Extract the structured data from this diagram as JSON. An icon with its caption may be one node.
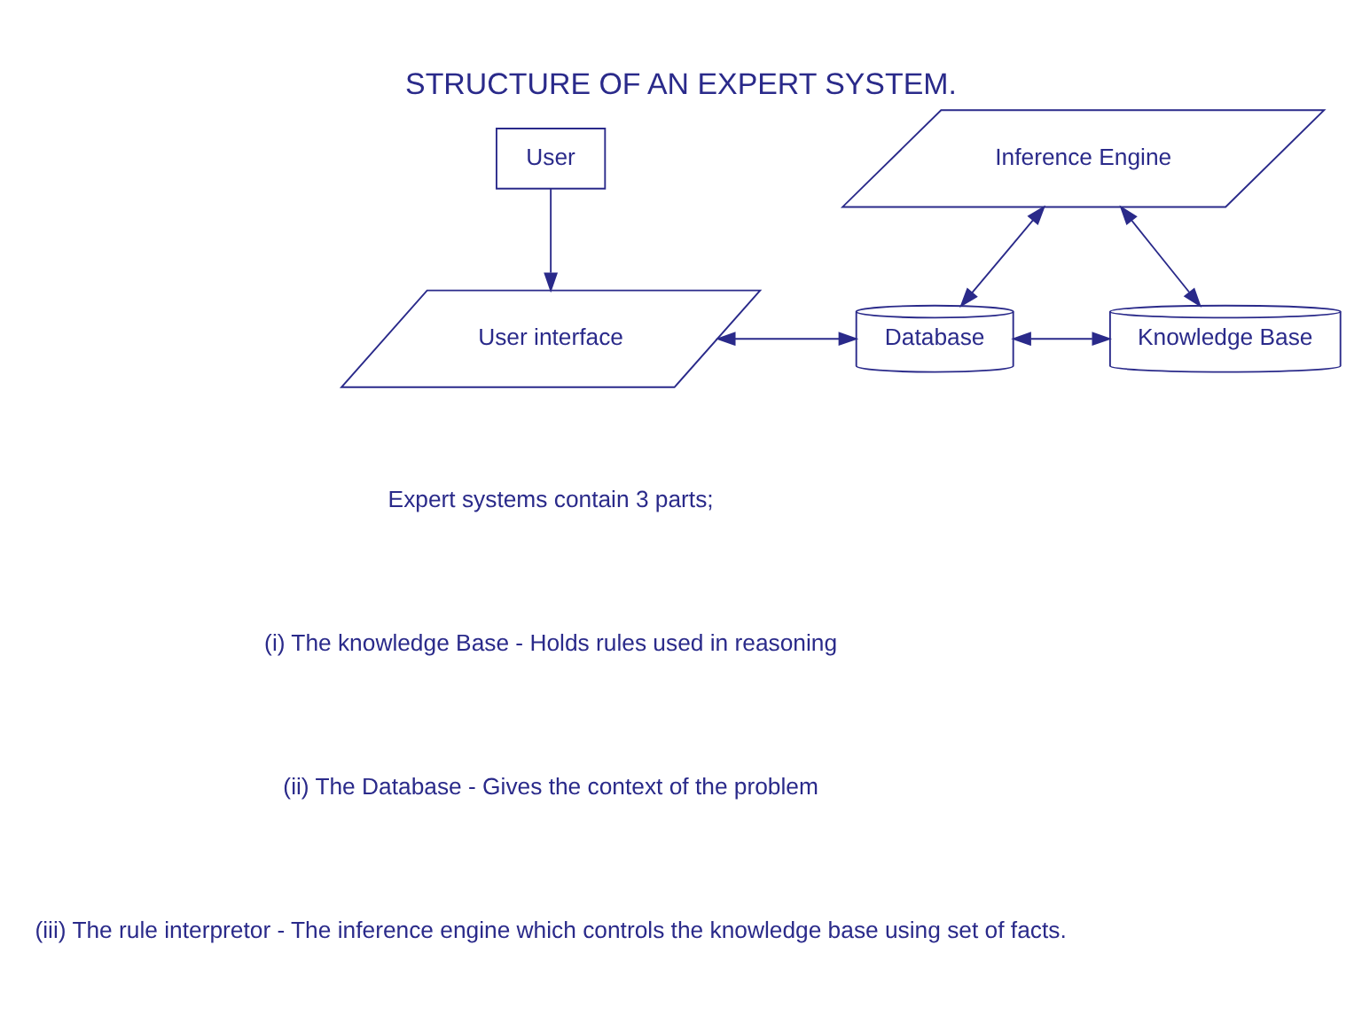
{
  "diagram": {
    "title": "STRUCTURE OF AN EXPERT SYSTEM.",
    "nodes": [
      {
        "text": [
          "User"
        ]
      },
      {
        "text": [
          "User interface"
        ]
      },
      {
        "text": [
          "Database"
        ]
      },
      {
        "text": [
          "Inference Engine"
        ]
      },
      {
        "text": [
          "Knowledge Base"
        ]
      }
    ],
    "edges": [
      {
        "from": 0,
        "to": 1,
        "arrow": "to"
      },
      {
        "from": 1,
        "to": 2,
        "arrow": "both"
      },
      {
        "from": 2,
        "to": 3,
        "arrow": "both"
      },
      {
        "from": 3,
        "to": 4,
        "arrow": "both"
      },
      {
        "from": 2,
        "to": 4,
        "arrow": "both"
      }
    ],
    "labels": [
      "Expert systems contain 3 parts;",
      "(i) The knowledge Base - Holds rules used in reasoning",
      "(ii) The Database - Gives the context of the problem",
      "(iii) The rule interpretor - The inference engine which controls the knowledge base using set of facts."
    ]
  }
}
